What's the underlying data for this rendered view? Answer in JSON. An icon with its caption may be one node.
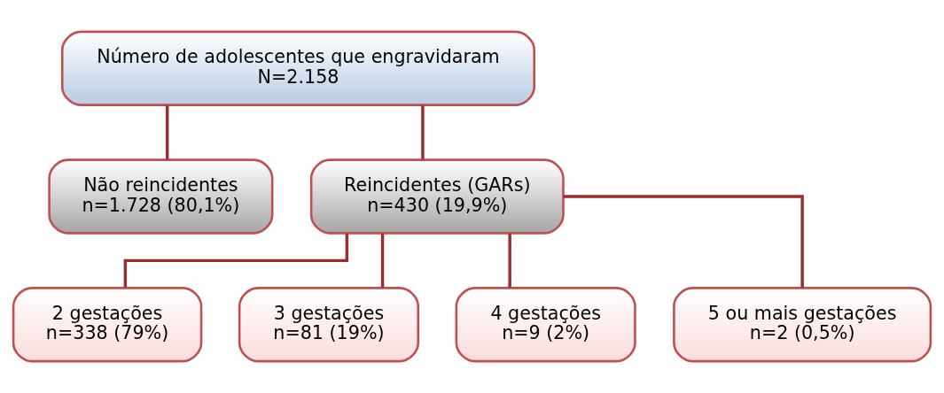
{
  "diagram": {
    "nodes": [
      {
        "text": [
          "Número de adolescentes que engravidaram",
          "N=2.158"
        ]
      },
      {
        "text": [
          "Não reincidentes",
          "n=1.728 (80,1%)"
        ]
      },
      {
        "text": [
          "Reincidentes (GARs)",
          "n=430 (19,9%)"
        ]
      },
      {
        "text": [
          "2 gestações",
          "n=338 (79%)"
        ]
      },
      {
        "text": [
          "3 gestações",
          "n=81 (19%)"
        ]
      },
      {
        "text": [
          "4 gestações",
          "n=9 (2%)"
        ]
      },
      {
        "text": [
          "5 ou mais gestações",
          "n=2 (0,5%)"
        ]
      }
    ],
    "edges": [
      {
        "from": 0,
        "to": 1,
        "arrow": "none"
      },
      {
        "from": 0,
        "to": 2,
        "arrow": "none"
      },
      {
        "from": 2,
        "to": 3,
        "arrow": "none"
      },
      {
        "from": 2,
        "to": 4,
        "arrow": "none"
      },
      {
        "from": 2,
        "to": 5,
        "arrow": "none"
      },
      {
        "from": 2,
        "to": 6,
        "arrow": "none"
      }
    ]
  }
}
